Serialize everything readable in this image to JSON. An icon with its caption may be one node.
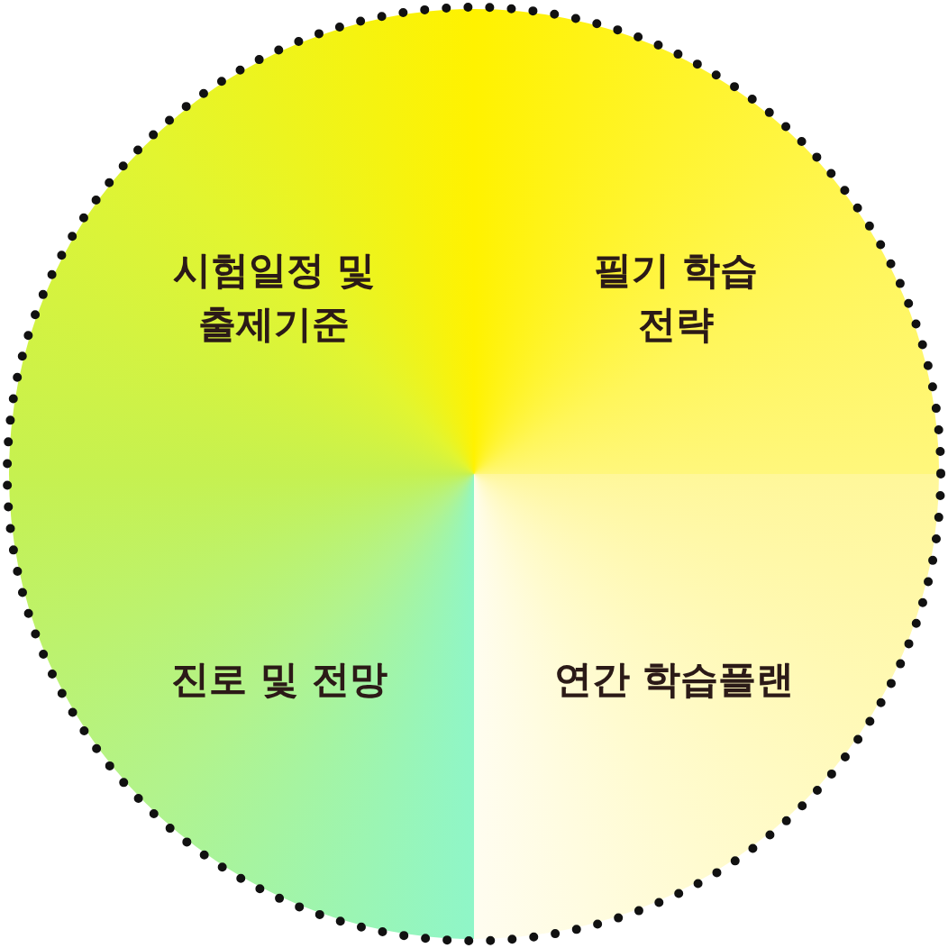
{
  "diagram": {
    "nodes": [
      {
        "text": [
          "시험일정 및 출제기준"
        ]
      },
      {
        "text": [
          "필기 학습전략"
        ]
      },
      {
        "text": [
          "진로 및 전망"
        ]
      },
      {
        "text": [
          "연간 학습플랜"
        ]
      }
    ]
  }
}
